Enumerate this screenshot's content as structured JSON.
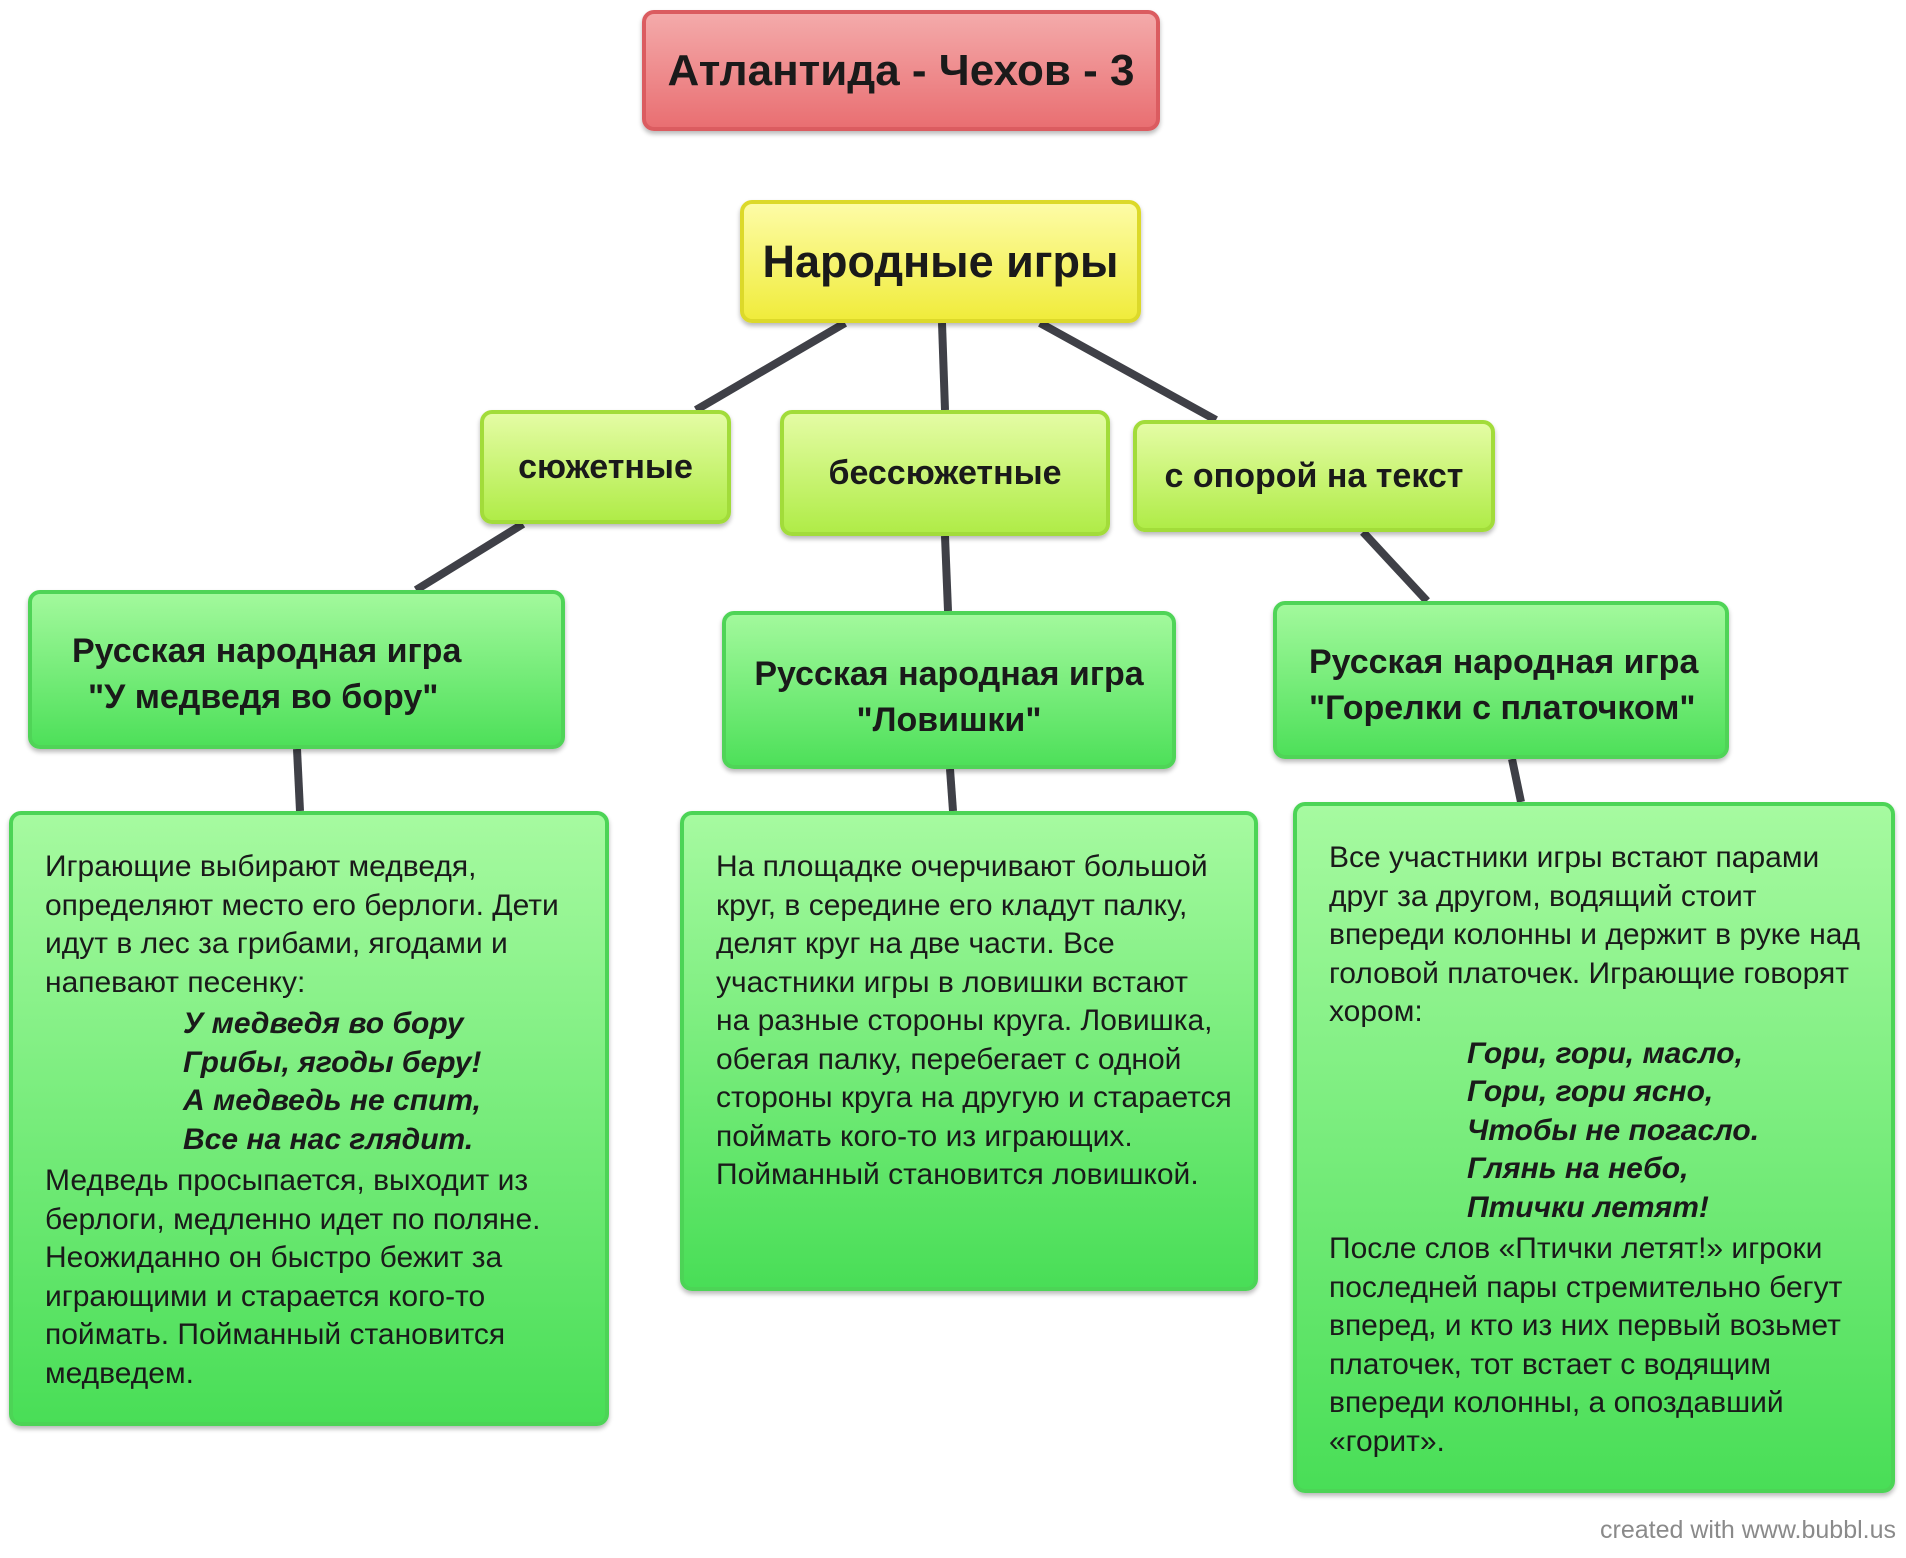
{
  "title": "Атлантида - Чехов - 3",
  "root": "Народные игры",
  "categories": [
    "сюжетные",
    "бессюжетные",
    "с опорой на текст"
  ],
  "games": [
    {
      "line1": "Русская народная игра",
      "line2": "\"У медведя во бору\""
    },
    {
      "line1": "Русская народная игра",
      "line2": "\"Ловишки\""
    },
    {
      "line1": "Русская народная игра",
      "line2": "\"Горелки с платочком\""
    }
  ],
  "descriptions": [
    {
      "intro": [
        "Играющие выбирают медведя,",
        "определяют место его берлоги. Дети",
        "идут в лес за грибами, ягодами и",
        "напевают песенку:"
      ],
      "verse": [
        "У медведя во бору",
        "Грибы, ягоды беру!",
        "А медведь не спит,",
        "Все на нас глядит."
      ],
      "outro": [
        "Медведь просыпается, выходит из",
        "берлоги, медленно идет по поляне.",
        "Неожиданно он быстро бежит за",
        "играющими и старается кого-то",
        "поймать. Пойманный становится",
        "медведем."
      ]
    },
    {
      "intro": [
        "На площадке очерчивают большой",
        "круг, в середине его кладут палку,",
        "делят круг на две части. Все",
        "участники игры в ловишки встают",
        "на разные стороны круга. Ловишка,",
        "обегая палку, перебегает с одной",
        "стороны круга на другую и старается",
        "поймать кого-то из играющих.",
        "Пойманный становится ловишкой."
      ]
    },
    {
      "intro": [
        "Все участники игры встают парами",
        "друг за другом, водящий стоит",
        "впереди колонны и держит в руке над",
        "головой платочек. Играющие говорят",
        "хором:"
      ],
      "verse": [
        "Гори, гори, масло,",
        "Гори, гори ясно,",
        "Чтобы не погасло.",
        "Глянь на небо,",
        "Птички летят!"
      ],
      "outro": [
        "После слов «Птички летят!» игроки",
        "последней пары стремительно бегут",
        "вперед, и кто из них первый возьмет",
        "платочек, тот встает с водящим",
        "впереди колонны, а опоздавший",
        "«горит»."
      ]
    }
  ],
  "credit": "created with www.bubbl.us",
  "colors": {
    "title_fill": "#ee8f91",
    "root_fill": "#f7f56a",
    "category_fill": "#c8f46e",
    "node_fill": "#74ec74",
    "connector": "#3f4047"
  }
}
